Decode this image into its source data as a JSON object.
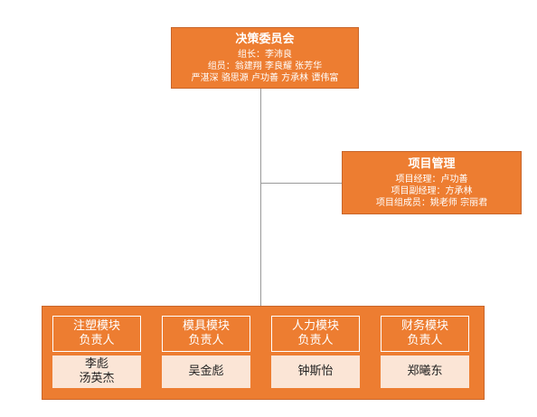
{
  "committee": {
    "title": "决策委员会",
    "leader": "组长：李沛良",
    "members_line1": "组员：翁建翔  李良耀  张芳华",
    "members_line2": "严湛深  骆思源  卢功善 方承林  谭伟富"
  },
  "project": {
    "title": "项目管理",
    "manager": "项目经理：卢功善",
    "deputy": "项目副经理：方承林",
    "team": "项目组成员：姚老师  宗丽君"
  },
  "modules": [
    {
      "line1": "注塑模块",
      "line2": "负责人",
      "people": [
        "李彪",
        "汤英杰"
      ]
    },
    {
      "line1": "模具模块",
      "line2": "负责人",
      "people": [
        "吴金彪"
      ]
    },
    {
      "line1": "人力模块",
      "line2": "负责人",
      "people": [
        "钟斯怡"
      ]
    },
    {
      "line1": "财务模块",
      "line2": "负责人",
      "people": [
        "郑曦东"
      ]
    }
  ],
  "colors": {
    "box_fill": "#ED7D31",
    "person_fill": "#FBE5D6",
    "connector": "#9A9A9A"
  }
}
